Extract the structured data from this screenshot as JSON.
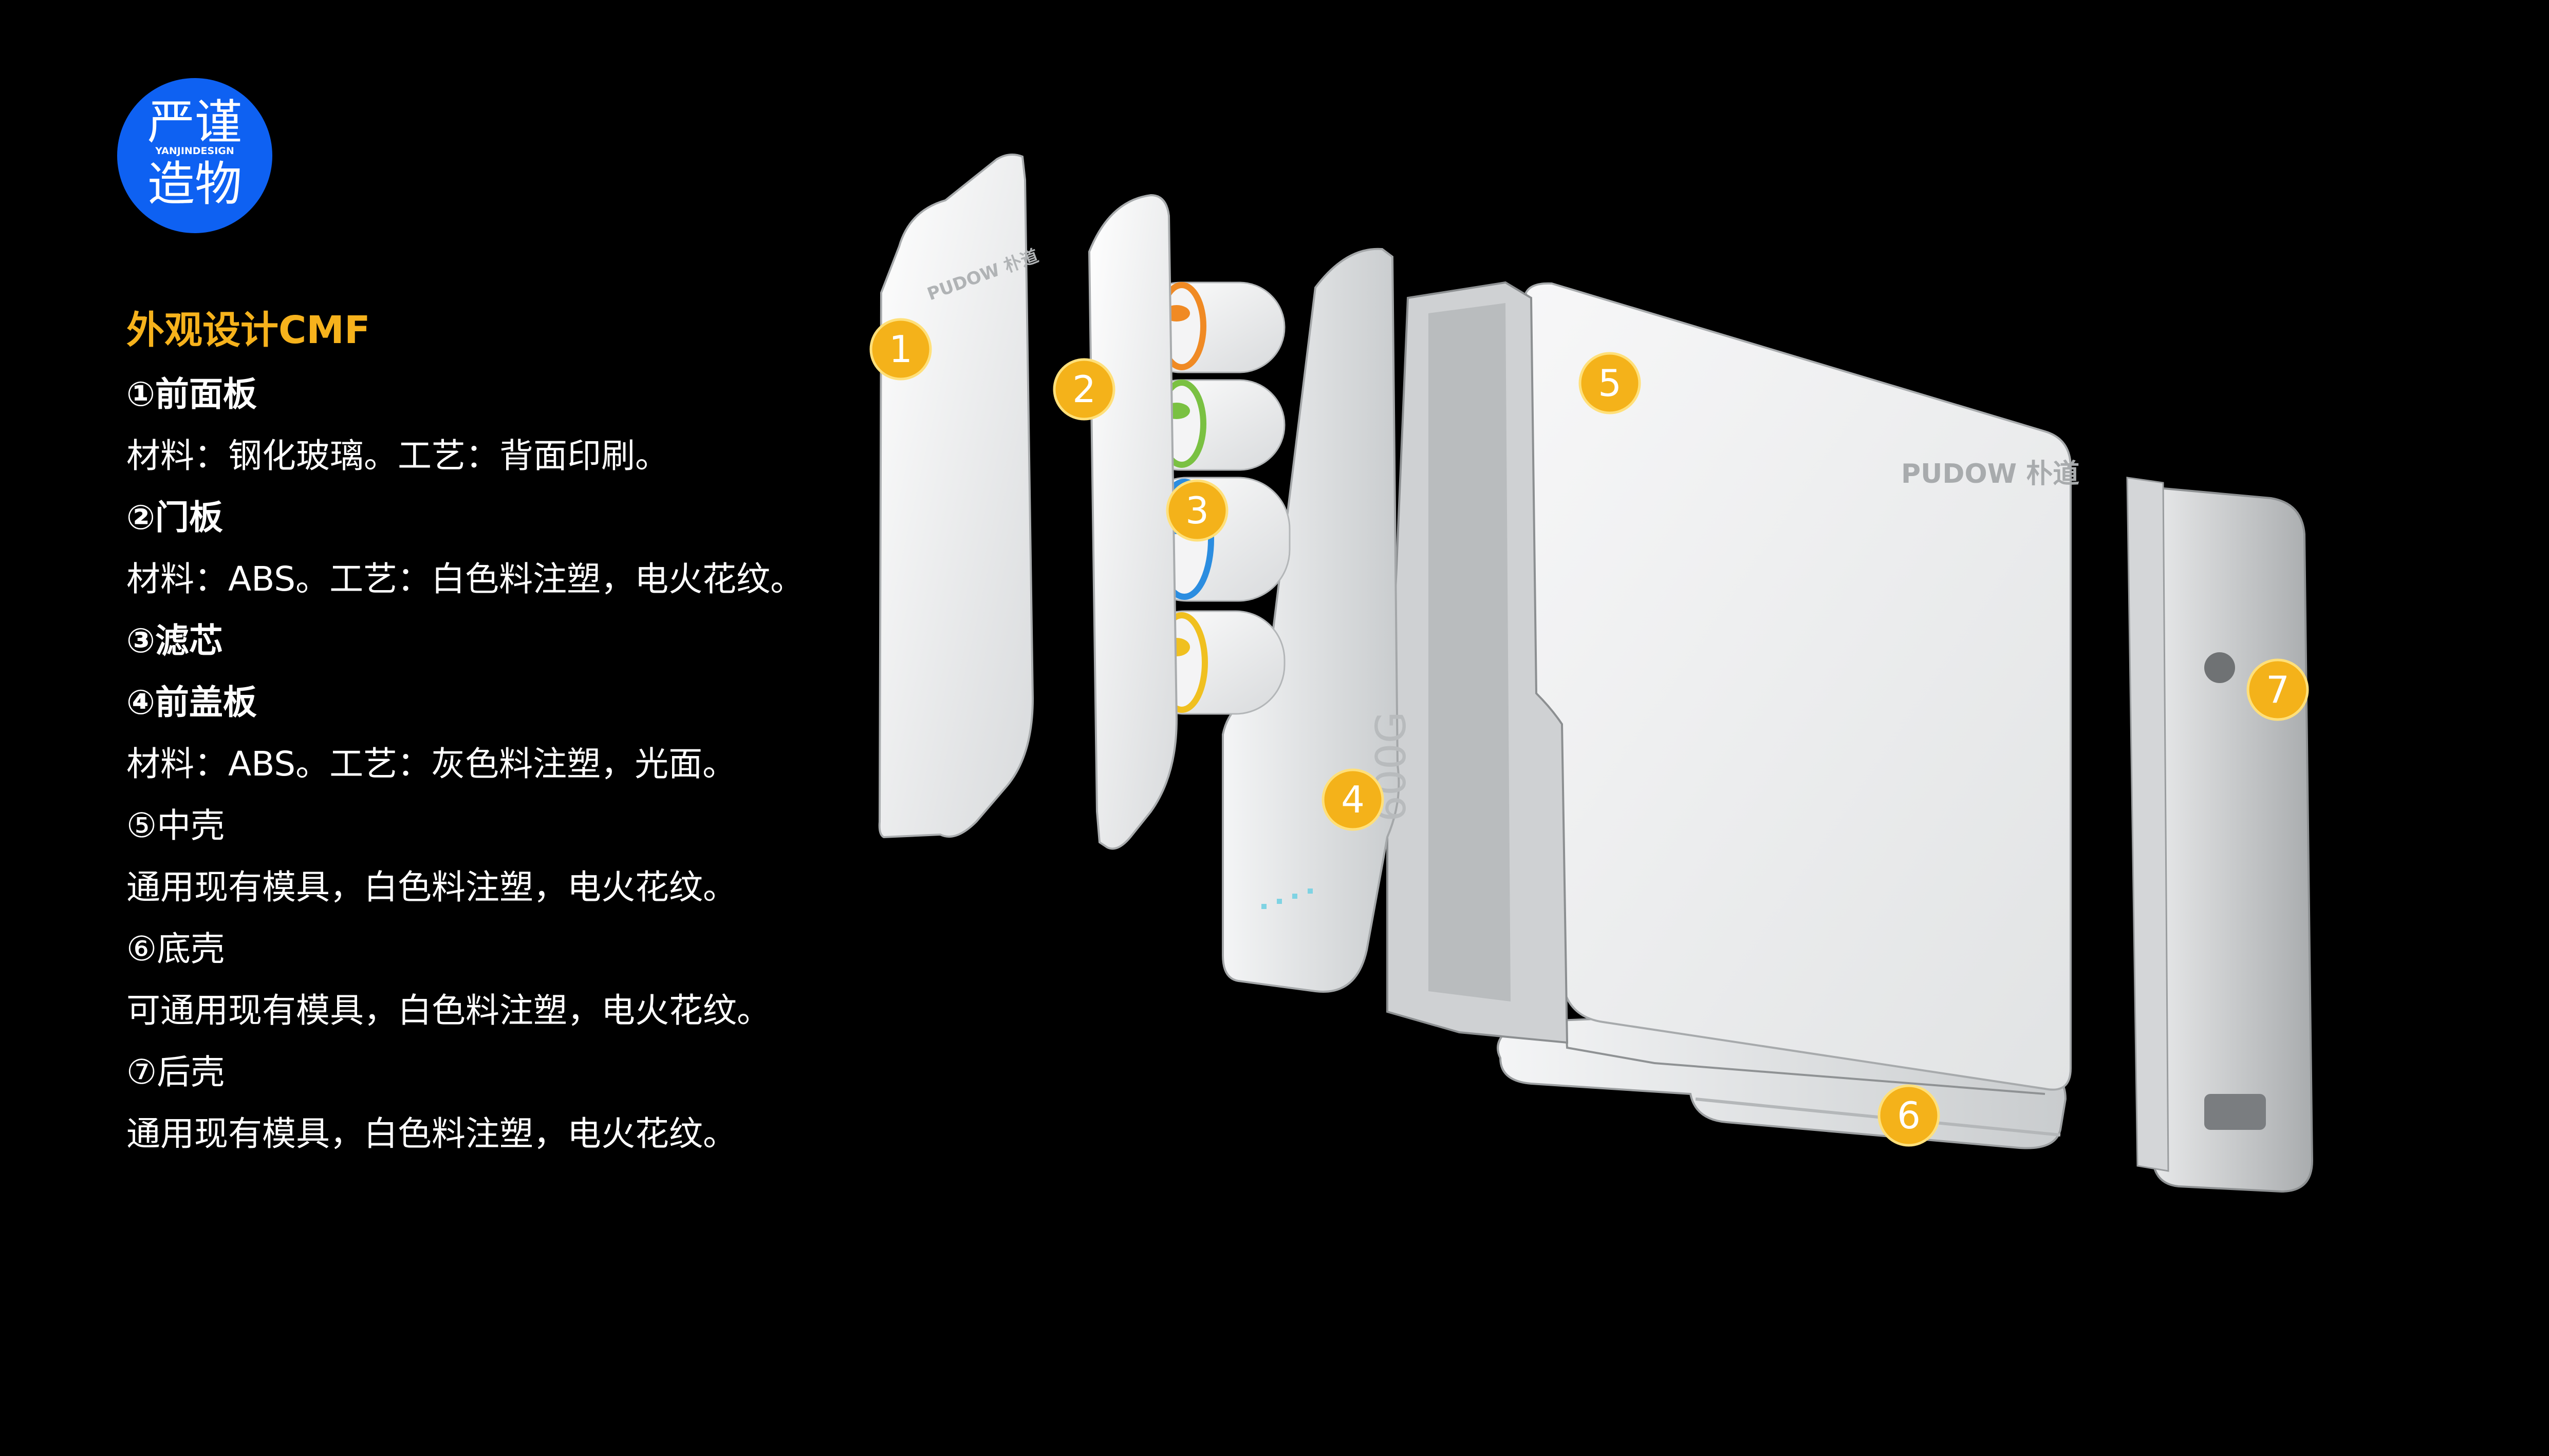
{
  "logo": {
    "line1": "严谨",
    "brand": "YANJINDESIGN",
    "line2": "造物"
  },
  "spec": {
    "title": "外观设计CMF",
    "lines": [
      {
        "text": "①前面板",
        "bold": true
      },
      {
        "text": "材料：钢化玻璃。工艺：背面印刷。",
        "bold": false
      },
      {
        "text": "②门板",
        "bold": true
      },
      {
        "text": "材料：ABS。工艺：白色料注塑，电火花纹。",
        "bold": false
      },
      {
        "text": "③滤芯",
        "bold": true
      },
      {
        "text": "④前盖板",
        "bold": true
      },
      {
        "text": "材料：ABS。工艺：灰色料注塑，光面。",
        "bold": false
      },
      {
        "text": "⑤中壳",
        "bold": false
      },
      {
        "text": "通用现有模具，白色料注塑，电火花纹。",
        "bold": false
      },
      {
        "text": "⑥底壳",
        "bold": false
      },
      {
        "text": "可通用现有模具，白色料注塑，电火花纹。",
        "bold": false
      },
      {
        "text": "⑦后壳",
        "bold": false
      },
      {
        "text": "通用现有模具，白色料注塑，电火花纹。",
        "bold": false
      }
    ]
  },
  "product": {
    "panel_brand": "PUDOW 朴道",
    "shell_brand": "PUDOW 朴道",
    "capacity": "600G",
    "badges": [
      "1",
      "2",
      "3",
      "4",
      "5",
      "6",
      "7"
    ]
  },
  "colors": {
    "background": "#000000",
    "accent": "#f6b21c",
    "logo_blue": "#0e61f2",
    "filter_caps": [
      "#f08a24",
      "#7ac142",
      "#2b8de0",
      "#f0c020"
    ]
  }
}
